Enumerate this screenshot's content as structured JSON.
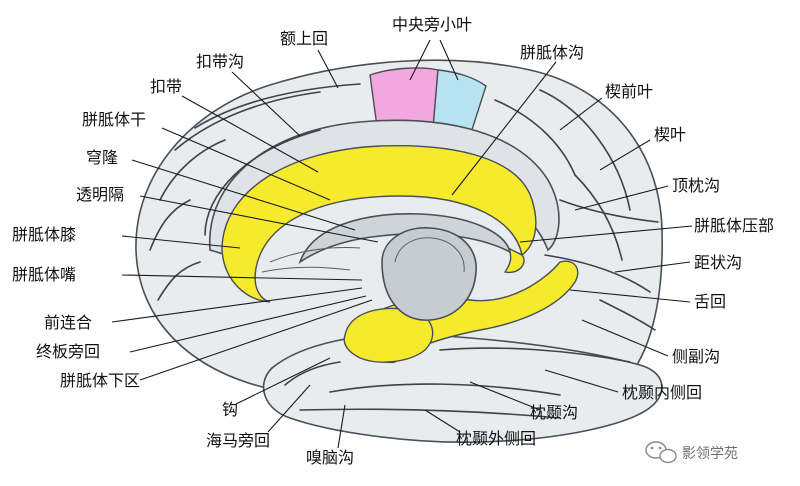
{
  "labels": {
    "e_shang_hui": "额上回",
    "zhong_yang_pang_xiao_ye": "中央旁小叶",
    "kou_dai_gou": "扣带沟",
    "kou_dai": "扣带",
    "pian_zhi_ti_gou": "胼胝体沟",
    "xie_qian_ye": "楔前叶",
    "pian_zhi_ti_gan": "胼胝体干",
    "xie_ye": "楔叶",
    "qiong_long": "穹隆",
    "ding_zhen_gou": "顶枕沟",
    "tou_ming_ge": "透明隔",
    "pian_zhi_ti_ya_bu": "胼胝体压部",
    "pian_zhi_ti_xi": "胼胝体膝",
    "ju_zhuang_gou": "距状沟",
    "pian_zhi_ti_zui": "胼胝体嘴",
    "she_hui": "舌回",
    "qian_lian_he": "前连合",
    "ce_fu_gou": "侧副沟",
    "zhong_ban_pang_hui": "终板旁回",
    "zhen_nie_nei_ce_hui": "枕颞内侧回",
    "pian_zhi_ti_xia_qu": "胼胝体下区",
    "zhen_nie_gou": "枕颞沟",
    "gou": "钩",
    "zhen_nie_wai_ce_hui": "枕颞外侧回",
    "hai_ma_pang_hui": "海马旁回",
    "xiu_nao_gou": "嗅脑沟"
  },
  "watermark": {
    "text": "影领学苑",
    "icon": "wechat-bubble-icon"
  },
  "colors": {
    "paracentral_pink": "#f2a8de",
    "paracentral_blue": "#b8e4f2",
    "corpus_yellow": "#f5ea2c",
    "gyrus_gray": "#e9ecef",
    "outline": "#4a4e55"
  }
}
